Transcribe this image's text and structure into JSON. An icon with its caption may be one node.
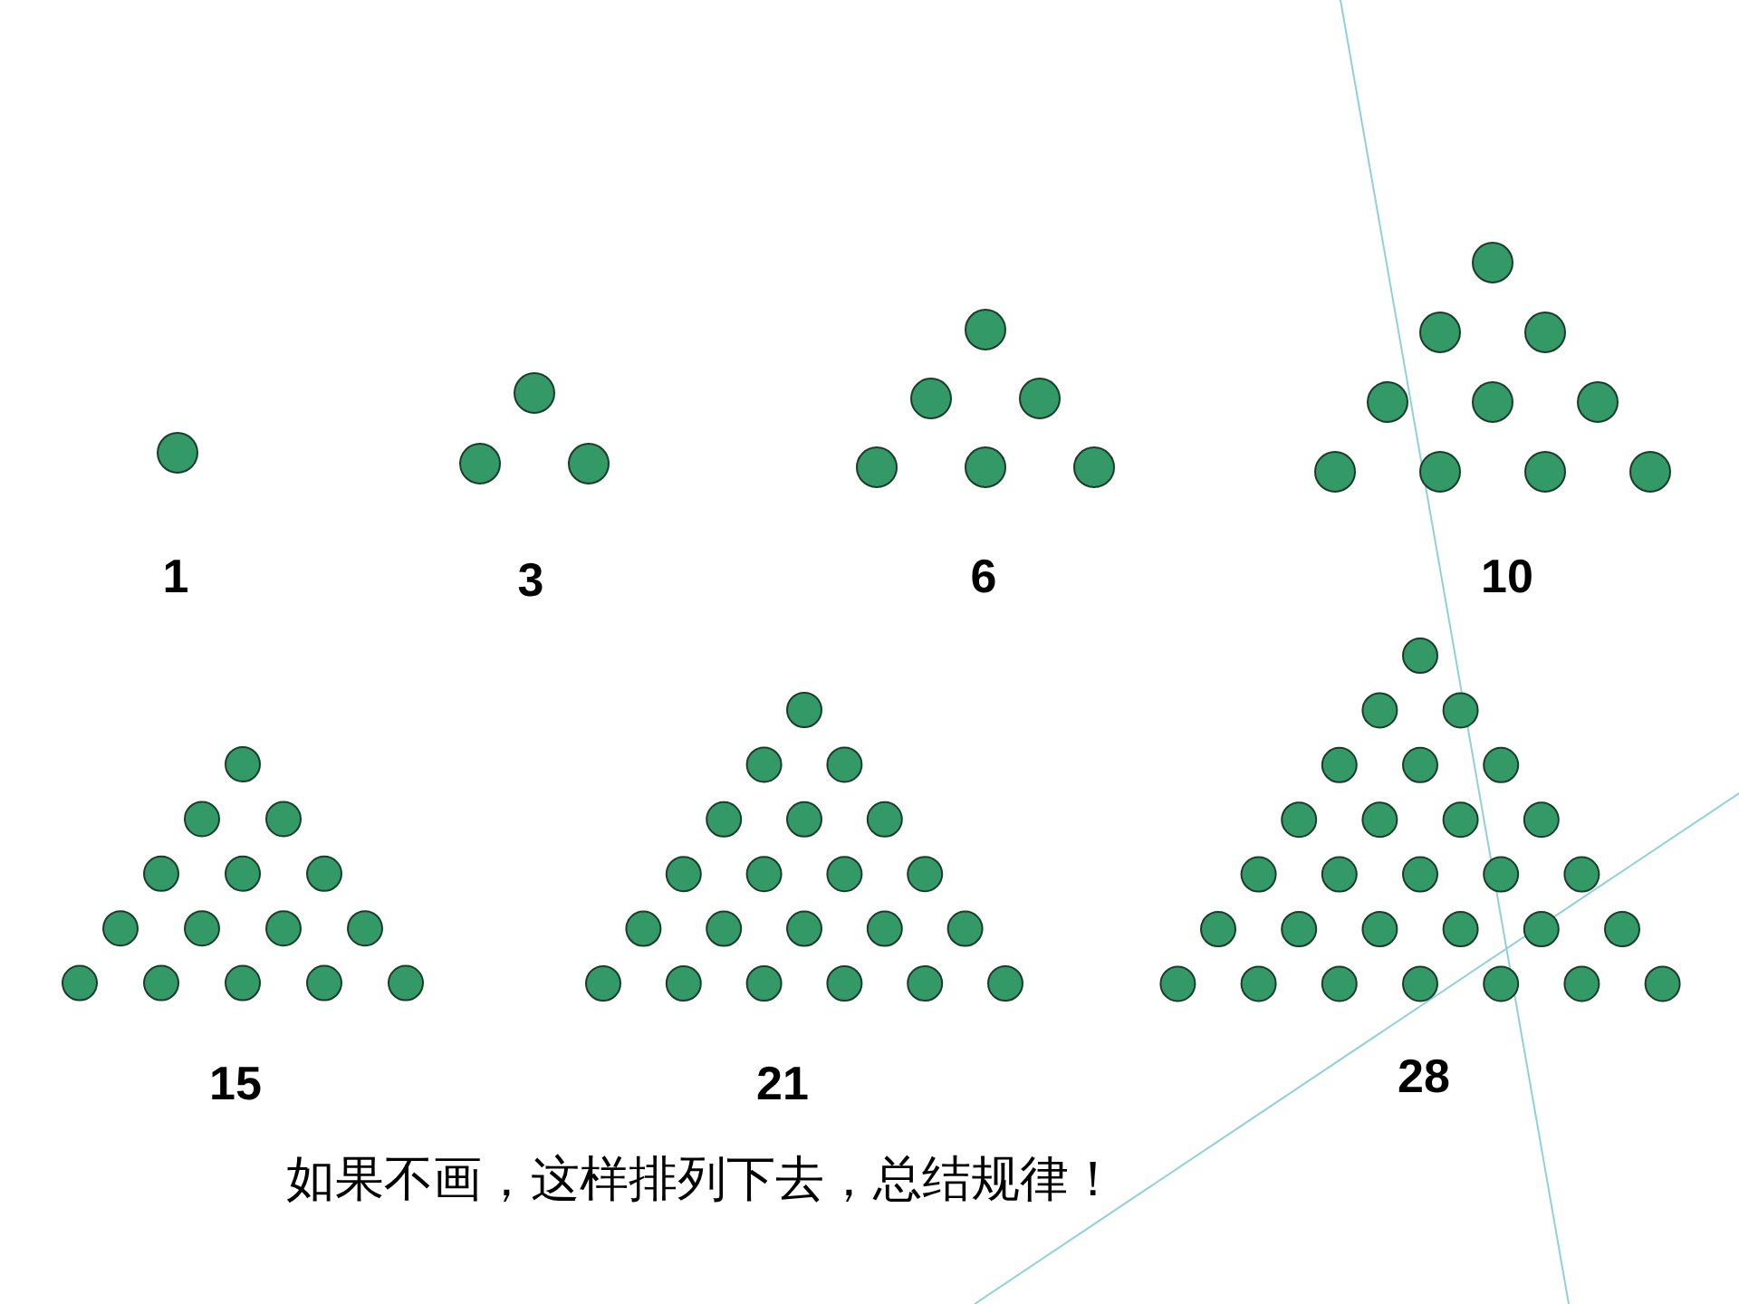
{
  "diagram": {
    "labels": [
      "1",
      "3",
      "6",
      "10",
      "15",
      "21",
      "28",
      "如果不画，这样排列下去，总结规律！"
    ]
  }
}
